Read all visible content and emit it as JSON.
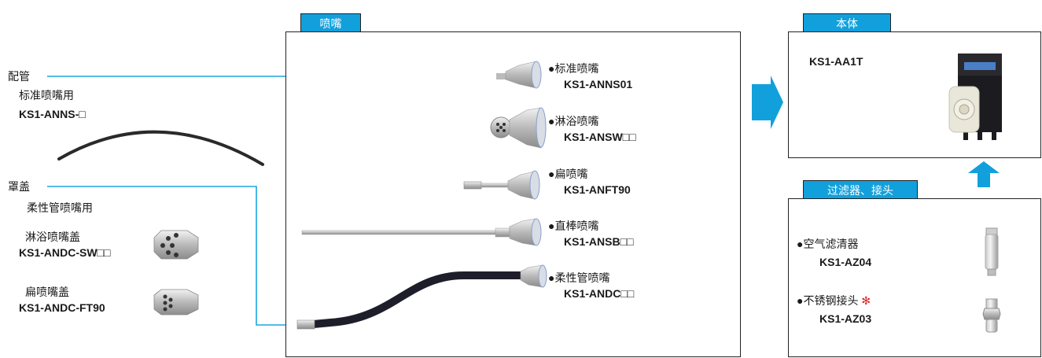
{
  "colors": {
    "accent": "#12a0dc",
    "line": "#1aa6df",
    "asterisk": "#e02020",
    "border": "#222222"
  },
  "left": {
    "piping": {
      "title": "配管",
      "use": "标准喷嘴用",
      "model": "KS1-ANNS-□"
    },
    "cover": {
      "title": "罩盖",
      "use": "柔性管喷嘴用",
      "shower_cover": {
        "name": "淋浴喷嘴盖",
        "model": "KS1-ANDC-SW□□"
      },
      "flat_cover": {
        "name": "扁喷嘴盖",
        "model": "KS1-ANDC-FT90"
      }
    }
  },
  "nozzle_panel": {
    "tab": "喷嘴",
    "items": [
      {
        "bullet": "●",
        "name": "标准喷嘴",
        "model": "KS1-ANNS01"
      },
      {
        "bullet": "●",
        "name": "淋浴喷嘴",
        "model": "KS1-ANSW□□"
      },
      {
        "bullet": "●",
        "name": "扁喷嘴",
        "model": "KS1-ANFT90"
      },
      {
        "bullet": "●",
        "name": "直棒喷嘴",
        "model": "KS1-ANSB□□"
      },
      {
        "bullet": "●",
        "name": "柔性管喷嘴",
        "model": "KS1-ANDC□□"
      }
    ]
  },
  "body_panel": {
    "tab": "本体",
    "model": "KS1-AA1T"
  },
  "filter_panel": {
    "tab": "过滤器、接头",
    "items": [
      {
        "bullet": "●",
        "name": "空气滤清器",
        "model": "KS1-AZ04",
        "mark": ""
      },
      {
        "bullet": "●",
        "name": "不锈钢接头",
        "model": "KS1-AZ03",
        "mark": "✻"
      }
    ]
  }
}
